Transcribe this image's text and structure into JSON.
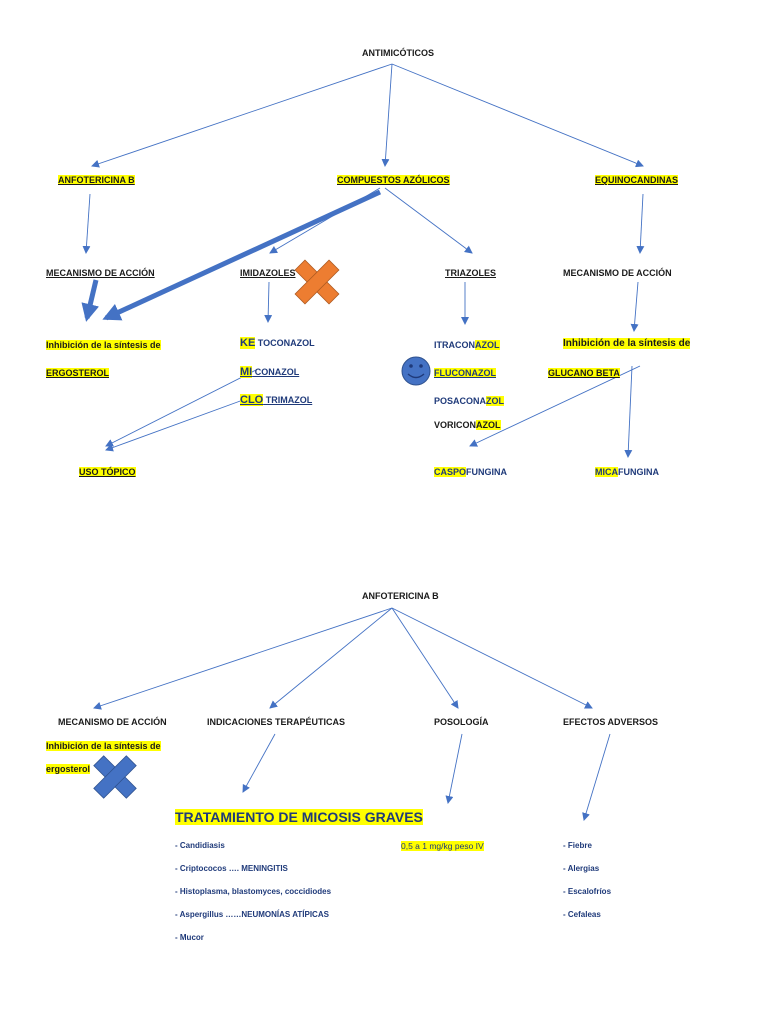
{
  "colors": {
    "arrow": "#4472c4",
    "highlight": "#ffff00",
    "orange_x": "#ed7d31",
    "blue_x": "#4472c4",
    "smiley": "#4472c4"
  },
  "map1": {
    "root": "ANTIMICÓTICOS",
    "anfotericina": "ANFOTERICINA B",
    "azolicos": "COMPUESTOS AZÓLICOS",
    "equinocandinas": "EQUINOCANDINAS",
    "mecanismo_left": "MECANISMO DE ACCIÓN",
    "imidazoles": "IMIDAZOLES",
    "triazoles": "TRIAZOLES",
    "mecanismo_right": "MECANISMO DE ACCIÓN",
    "inhib_left_1": "Inhibición de la síntesis de",
    "inhib_left_2": "ERGOSTEROL",
    "ke_pre": "KE",
    "ke_rest": " TOCONAZOL",
    "mi_pre": "MI",
    "mi_rest": " CONAZOL",
    "clo_pre": "CLO",
    "clo_rest": " TRIMAZOL",
    "itra_pre": "ITRACON",
    "itra_hl": "AZOL",
    "fluconazol": "FLUCONAZOL",
    "posa_pre": "POSACONA",
    "posa_hl": "ZOL",
    "vori_pre": "VORICON",
    "vori_hl": "AZOL",
    "inhib_right_1": "Inhibición de la síntesis de",
    "inhib_right_2": "GLUCANO BETA",
    "uso_topico": "USO TÓPICO",
    "caspo_hl": "CASPO",
    "caspo_rest": "FUNGINA",
    "mica_hl": "MICA",
    "mica_rest": "FUNGINA",
    "icons": [
      "orange-x-icon",
      "smiley-icon"
    ]
  },
  "map2": {
    "root": "ANFOTERICINA B",
    "mecanismo": "MECANISMO DE ACCIÓN",
    "indicaciones": "INDICACIONES TERAPÉUTICAS",
    "posologia": "POSOLOGÍA",
    "efectos": "EFECTOS ADVERSOS",
    "inhib_1": "Inhibición de la síntesis de",
    "inhib_2": "ergosterol",
    "tratamiento": "TRATAMIENTO DE MICOSIS GRAVES",
    "indicaciones_list": [
      "- Candidiasis",
      "- Criptococos …. MENINGITIS",
      "- Histoplasma, blastomyces, coccidiodes",
      "- Aspergillus ……NEUMONÍAS ATÍPICAS",
      "- Mucor"
    ],
    "dosis": "0,5 a 1 mg/kg peso IV",
    "efectos_list": [
      "- Fiebre",
      "- Alergias",
      "- Escalofríos",
      "- Cefaleas"
    ],
    "icons": [
      "blue-x-icon"
    ]
  }
}
